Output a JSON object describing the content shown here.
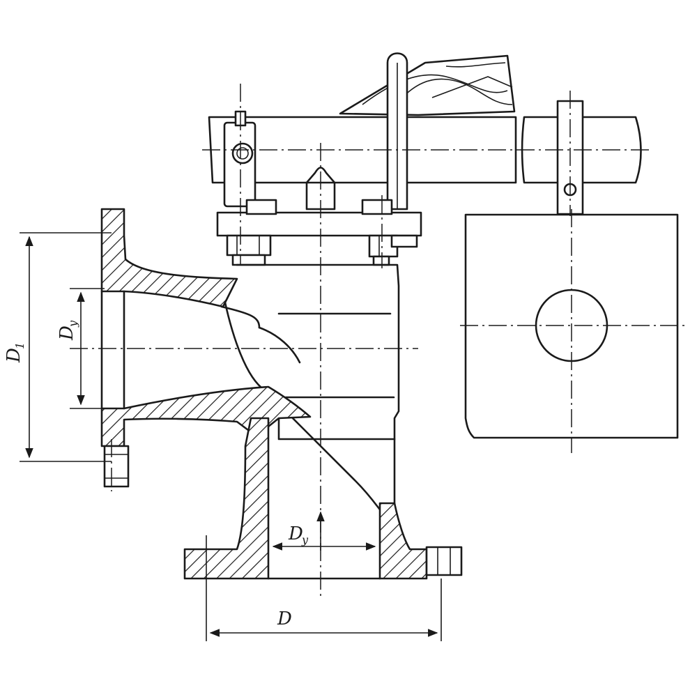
{
  "dimensions": {
    "d1_label": "D",
    "d1_sub": "1",
    "dy_label": "D",
    "dy_sub": "y",
    "dy_bottom_label": "D",
    "dy_bottom_sub": "y",
    "d_label": "D"
  }
}
